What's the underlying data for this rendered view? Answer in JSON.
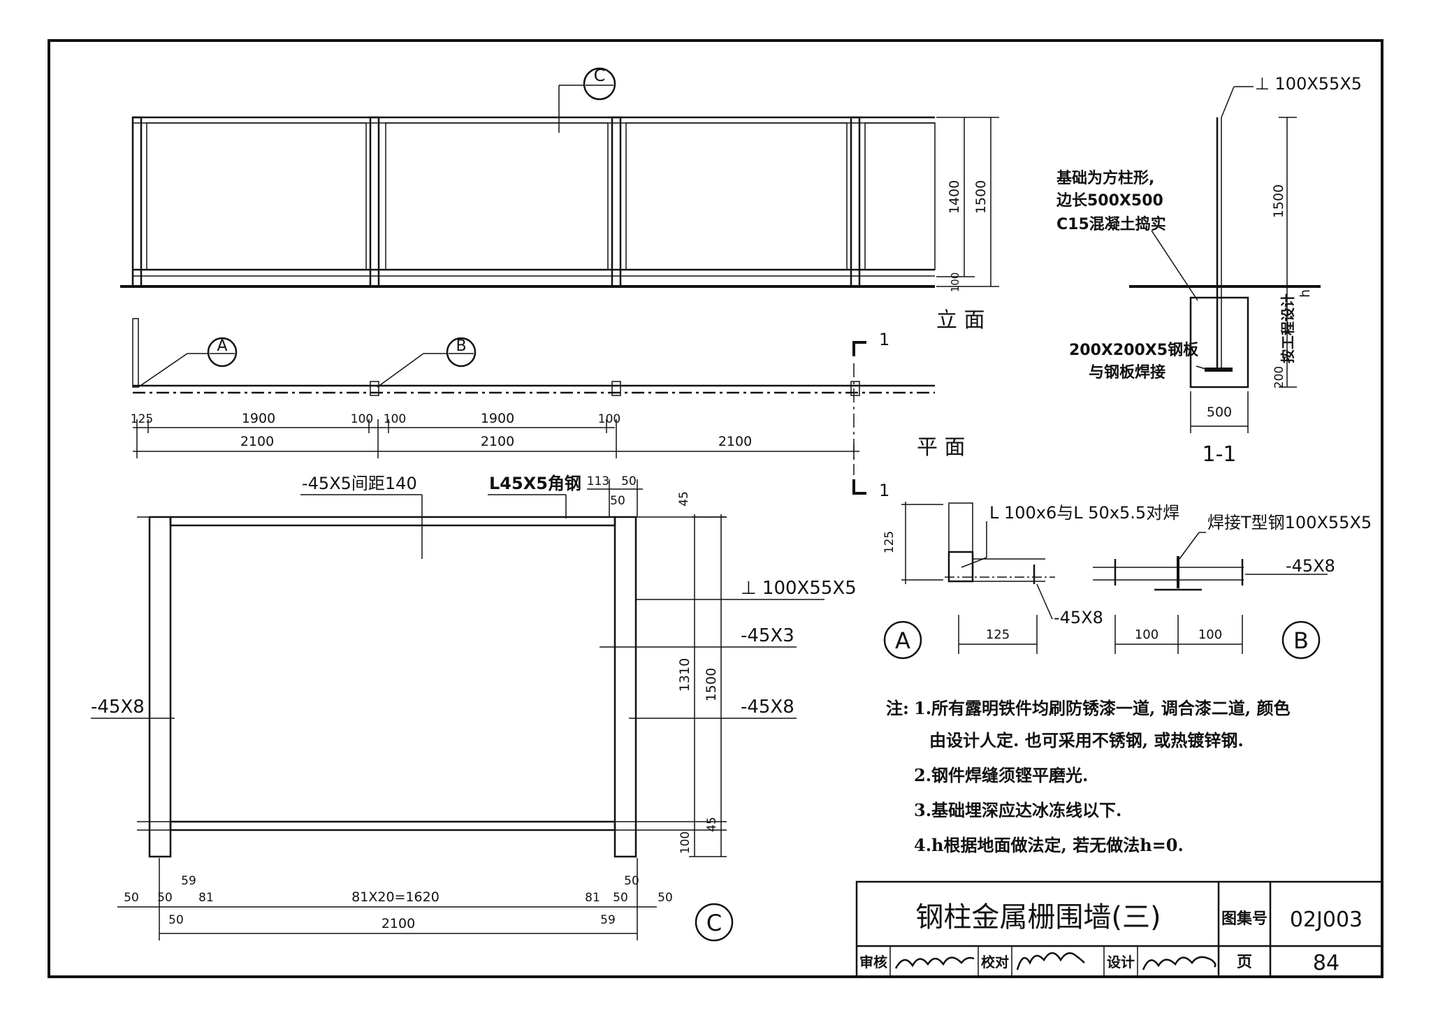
{
  "elevation": {
    "title": "立  面",
    "callout_c": "C",
    "dim_1400": "1400",
    "dim_1500": "1500",
    "dim_100": "100"
  },
  "plan": {
    "title": "平  面",
    "callout_a": "A",
    "callout_b": "B",
    "section_marker": "1",
    "dim_125": "125",
    "dim_1900a": "1900",
    "dim_100a": "100",
    "dim_100b": "100",
    "dim_1900b": "1900",
    "dim_100c": "100",
    "dim_2100a": "2100",
    "dim_2100b": "2100",
    "dim_2100c": "2100"
  },
  "section": {
    "title": "1-1",
    "t_profile": "⊥ 100X55X5",
    "foundation_note_1": "基础为方柱形,",
    "foundation_note_2": "边长500X500",
    "foundation_note_3": "C15混凝土捣实",
    "plate_note_1": "200X200X5钢板",
    "plate_note_2": "与钢板焊接",
    "dim_1500": "1500",
    "dim_h": "h",
    "dim_200": "200",
    "design_note": "按工程设计",
    "dim_500": "500"
  },
  "detail_c": {
    "callout": "C",
    "flat_bar_spacing": "-45X5间距140",
    "angle_steel": "L45X5角钢",
    "dim_113": "113",
    "dim_50a": "50",
    "dim_50b": "50",
    "dim_45top": "45",
    "t_profile": "⊥ 100X55X5",
    "bar_45x3": "-45X3",
    "bar_45x8_right": "-45X8",
    "bar_45x8_left": "-45X8",
    "dim_1310": "1310",
    "dim_1500": "1500",
    "dim_45bottom": "45",
    "dim_100": "100",
    "bottom_dims": [
      "50",
      "50",
      "59",
      "81",
      "50",
      "81X20=1620",
      "81",
      "50",
      "50",
      "50",
      "59"
    ],
    "dim_2100": "2100"
  },
  "detail_a": {
    "callout": "A",
    "weld_note": "L 100x6与L 50x5.5对焊",
    "dim_125v": "125",
    "bar": "-45X8",
    "dim_125h": "125"
  },
  "detail_b": {
    "callout": "B",
    "weld_note": "焊接T型钢100X55X5",
    "bar": "-45X8",
    "dim_100a": "100",
    "dim_100b": "100"
  },
  "notes": {
    "label": "注:",
    "items": [
      "1.所有露明铁件均刷防锈漆一道, 调合漆二道, 颜色",
      "由设计人定. 也可采用不锈钢, 或热镀锌钢.",
      "2.钢件焊缝须铿平磨光.",
      "3.基础埋深应达冰冻线以下.",
      "4.h根据地面做法定, 若无做法h=0."
    ]
  },
  "title_block": {
    "drawing_title": "钢柱金属栅围墙(三)",
    "atlas_label": "图集号",
    "atlas_number": "02J003",
    "review_label": "审核",
    "check_label": "校对",
    "design_label": "设计",
    "page_label": "页",
    "page_number": "84"
  }
}
